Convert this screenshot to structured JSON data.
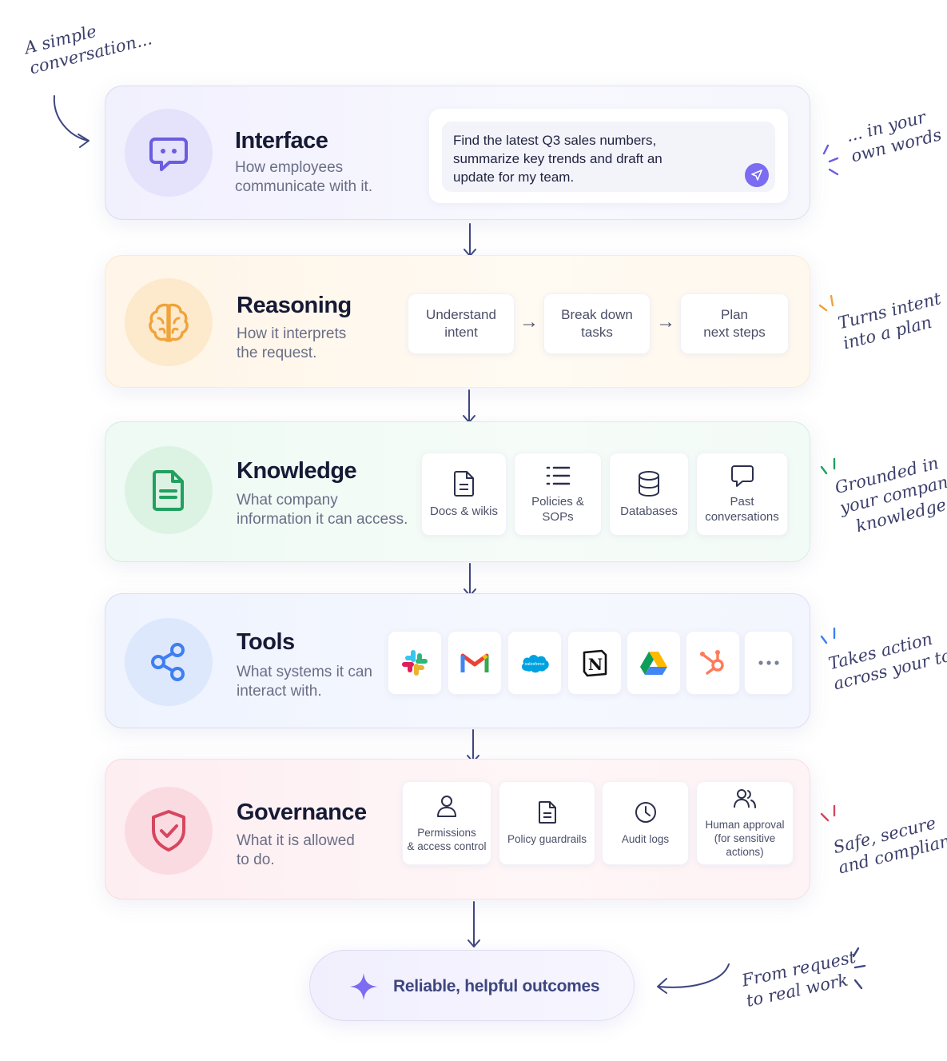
{
  "annotations": {
    "top_left": [
      "A simple",
      "conversation..."
    ],
    "interface": [
      "... in your",
      "own words"
    ],
    "reasoning": [
      "Turns intent",
      "into a plan"
    ],
    "knowledge": [
      "Grounded in",
      "your company's",
      "knowledge"
    ],
    "tools": [
      "Takes action",
      "across your tools"
    ],
    "governance": [
      "Safe, secure",
      "and compliant"
    ],
    "outcome": [
      "From request",
      "to real work"
    ]
  },
  "interface": {
    "title": "Interface",
    "subtitle": [
      "How employees",
      "communicate with it."
    ],
    "chat_message": "Find the latest Q3 sales numbers, summarize key trends and draft an update for my team."
  },
  "reasoning": {
    "title": "Reasoning",
    "subtitle": [
      "How it interprets",
      "the request."
    ],
    "steps": [
      {
        "lines": [
          "Understand",
          "intent"
        ]
      },
      {
        "lines": [
          "Break down",
          "tasks"
        ]
      },
      {
        "lines": [
          "Plan",
          "next steps"
        ]
      }
    ]
  },
  "knowledge": {
    "title": "Knowledge",
    "subtitle": [
      "What company",
      "information it can access."
    ],
    "sources": [
      {
        "icon": "document-icon",
        "lines": [
          "Docs & wikis"
        ]
      },
      {
        "icon": "list-icon",
        "lines": [
          "Policies & SOPs"
        ]
      },
      {
        "icon": "database-icon",
        "lines": [
          "Databases"
        ]
      },
      {
        "icon": "chat-bubble-icon",
        "lines": [
          "Past",
          "conversations"
        ]
      }
    ]
  },
  "tools": {
    "title": "Tools",
    "subtitle": [
      "What systems it can",
      "interact with."
    ],
    "apps": [
      {
        "icon": "slack-icon"
      },
      {
        "icon": "gmail-icon"
      },
      {
        "icon": "salesforce-icon",
        "text": "salesforce"
      },
      {
        "icon": "notion-icon",
        "text": "N"
      },
      {
        "icon": "google-drive-icon"
      },
      {
        "icon": "hubspot-icon"
      },
      {
        "icon": "more-icon"
      }
    ]
  },
  "governance": {
    "title": "Governance",
    "subtitle": [
      "What it is allowed",
      "to do."
    ],
    "controls": [
      {
        "icon": "user-icon",
        "lines": [
          "Permissions",
          "& access control"
        ]
      },
      {
        "icon": "policy-doc-icon",
        "lines": [
          "Policy guardrails"
        ]
      },
      {
        "icon": "clock-icon",
        "lines": [
          "Audit logs"
        ]
      },
      {
        "icon": "users-icon",
        "lines": [
          "Human approval",
          "(for sensitive actions)"
        ]
      }
    ]
  },
  "outcome": {
    "text": "Reliable, helpful outcomes"
  },
  "colors": {
    "accent_purple": "#7b6cf2",
    "reasoning_orange": "#f0a33a",
    "knowledge_green": "#21a060",
    "tools_blue": "#3f7ef0",
    "governance_red": "#d6475f",
    "arrow": "#3e4680"
  }
}
